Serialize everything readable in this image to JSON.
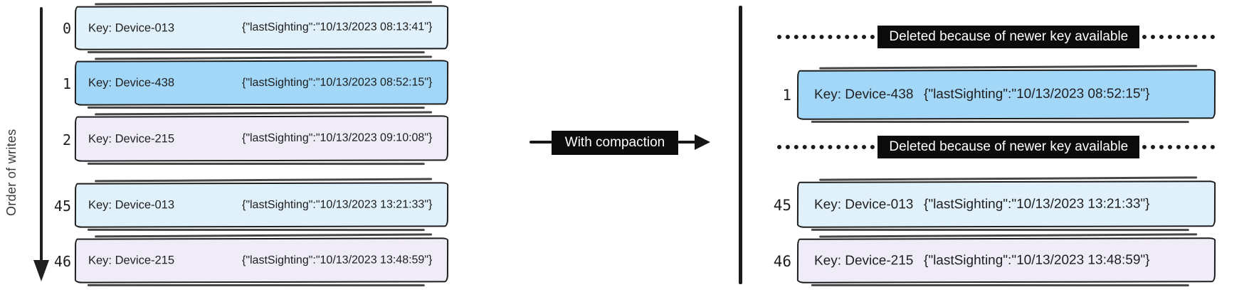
{
  "colors": {
    "light_blue": "#e1f1fb",
    "blue": "#a3d7f8",
    "lavender": "#efecf8",
    "ink": "#1c1c1c",
    "label_bg": "#0c0c0c",
    "label_text": "#ffffff"
  },
  "left": {
    "axis_label": "Order of writes",
    "rows": [
      {
        "index": "0",
        "key": "Key: Device-013",
        "value": "{\"lastSighting\":\"10/13/2023 08:13:41\"}",
        "fill": "#e1f1fb"
      },
      {
        "index": "1",
        "key": "Key: Device-438",
        "value": "{\"lastSighting\":\"10/13/2023 08:52:15\"}",
        "fill": "#a3d7f8"
      },
      {
        "index": "2",
        "key": "Key: Device-215",
        "value": "{\"lastSighting\":\"10/13/2023 09:10:08\"}",
        "fill": "#efecf8"
      },
      {
        "index": "45",
        "key": "Key: Device-013",
        "value": "{\"lastSighting\":\"10/13/2023 13:21:33\"}",
        "fill": "#e1f1fb"
      },
      {
        "index": "46",
        "key": "Key: Device-215",
        "value": "{\"lastSighting\":\"10/13/2023 13:48:59\"}",
        "fill": "#efecf8"
      }
    ]
  },
  "middle": {
    "label": "With compaction"
  },
  "right": {
    "deleted_label": "Deleted because of newer key available",
    "rows": [
      {
        "index": "1",
        "key": "Key: Device-438",
        "value": "{\"lastSighting\":\"10/13/2023 08:52:15\"}",
        "fill": "#a3d7f8"
      },
      {
        "index": "45",
        "key": "Key: Device-013",
        "value": "{\"lastSighting\":\"10/13/2023 13:21:33\"}",
        "fill": "#e1f1fb"
      },
      {
        "index": "46",
        "key": "Key: Device-215",
        "value": "{\"lastSighting\":\"10/13/2023 13:48:59\"}",
        "fill": "#efecf8"
      }
    ]
  }
}
